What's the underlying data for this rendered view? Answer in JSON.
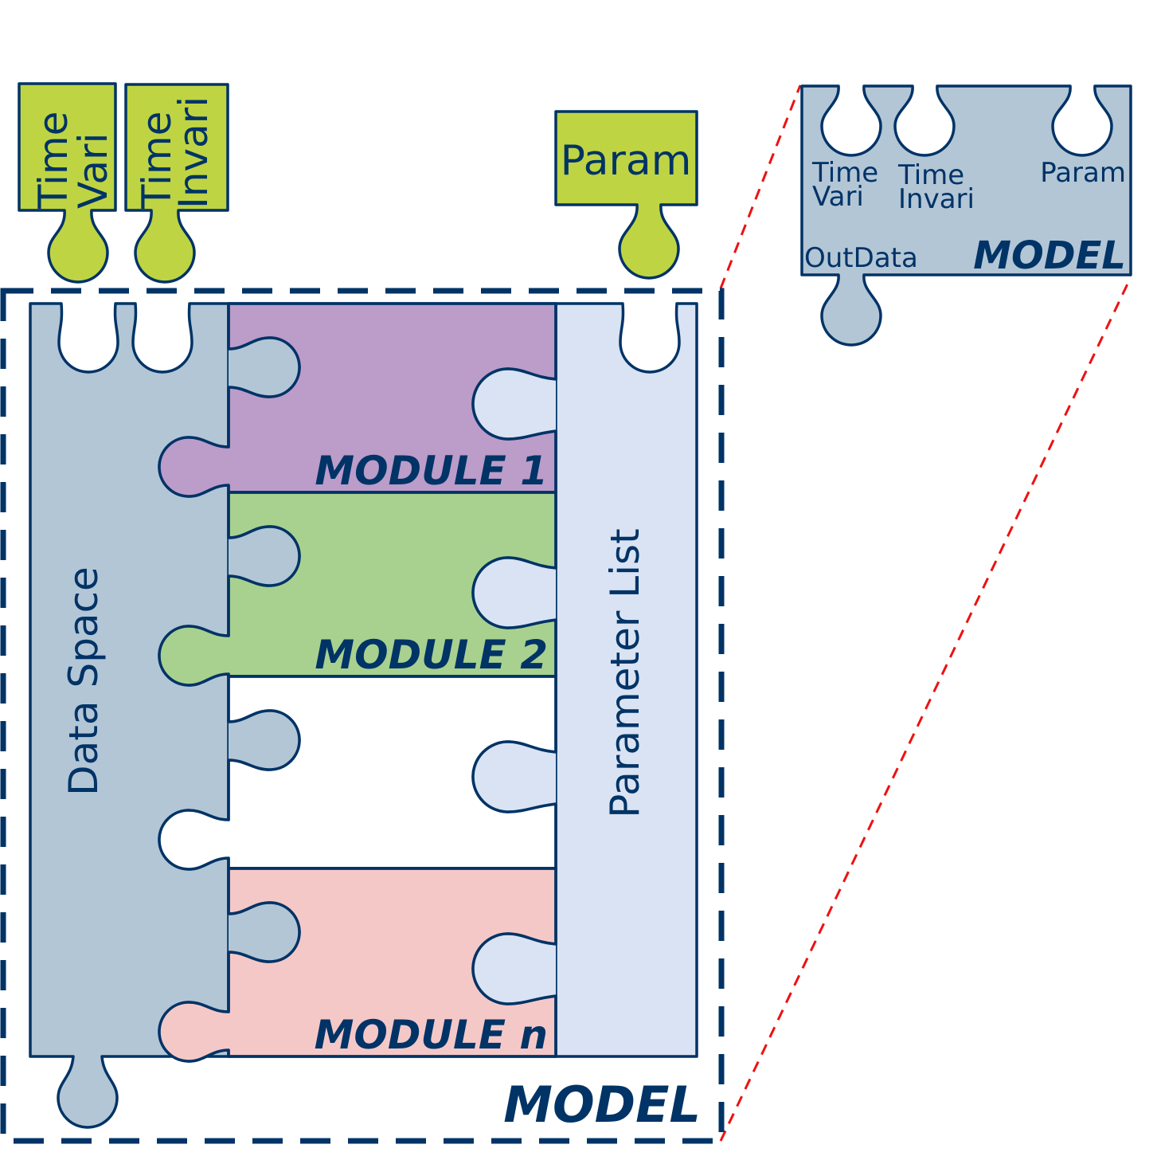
{
  "colors": {
    "outline": "#003366",
    "input_green": "#bfd443",
    "data_space": "#b3c6d6",
    "parameter_list": "#d9e3f3",
    "module1": "#bc9cc9",
    "module2": "#a8d18f",
    "module_empty": "#ffffff",
    "module_n": "#f5c8c8",
    "zoom_lines": "#ee1111"
  },
  "inputs": {
    "time_vari": [
      "Time",
      "Vari"
    ],
    "time_invari": [
      "Time",
      "Invari"
    ],
    "param": "Param"
  },
  "model": {
    "data_space_label": "Data Space",
    "parameter_list_label": "Parameter List",
    "modules": [
      {
        "label": "MODULE 1"
      },
      {
        "label": "MODULE 2"
      },
      {
        "label": ""
      },
      {
        "label": "MODULE n"
      }
    ],
    "title": "MODEL"
  },
  "summary_piece": {
    "time_vari": [
      "Time",
      "Vari"
    ],
    "time_invari": [
      "Time",
      "Invari"
    ],
    "param": "Param",
    "out_data": "OutData",
    "title": "MODEL"
  }
}
